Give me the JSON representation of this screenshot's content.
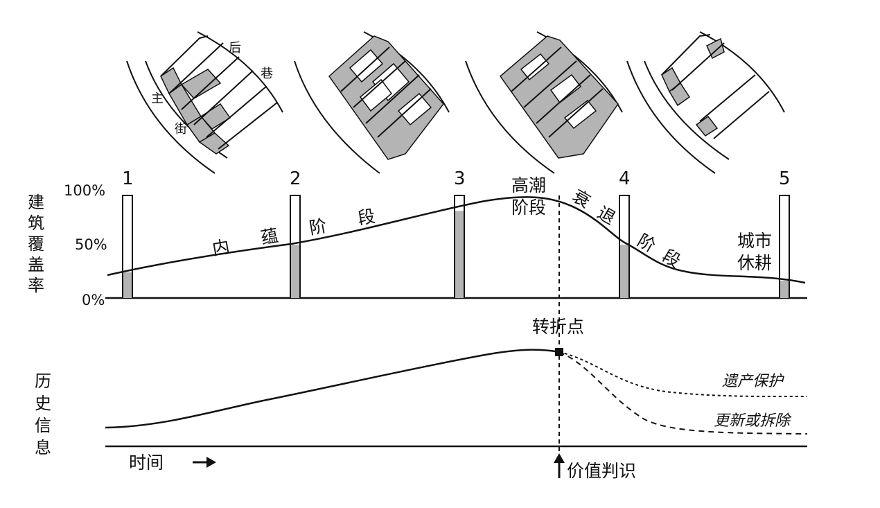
{
  "coverage_axis": {
    "label": [
      "建",
      "筑",
      "覆",
      "盖",
      "率"
    ],
    "ticks": [
      "100%",
      "50%",
      "0%"
    ]
  },
  "history_axis": {
    "label": [
      "历",
      "史",
      "信",
      "息"
    ]
  },
  "time_label": "时间",
  "value_judgment_label": "价值判识",
  "turning_point_label": "转折点",
  "snapshots": [
    {
      "number": "1",
      "coverage": 0.25
    },
    {
      "number": "2",
      "coverage": 0.52
    },
    {
      "number": "3",
      "coverage": 0.85
    },
    {
      "number": "4",
      "coverage": 0.52
    },
    {
      "number": "5",
      "coverage": 0.17
    }
  ],
  "phases": {
    "incubation": [
      "内",
      "蕴",
      "阶",
      "段"
    ],
    "peak": [
      "高潮",
      "阶段"
    ],
    "decline": [
      "衰",
      "退",
      "阶",
      "段"
    ],
    "fallow": [
      "城市",
      "休耕"
    ]
  },
  "outcomes": {
    "heritage": "遗产保护",
    "renewal": "更新或拆除"
  },
  "street_labels": {
    "main_street": [
      "主",
      "街"
    ],
    "back_lane": [
      "后",
      "巷"
    ]
  }
}
